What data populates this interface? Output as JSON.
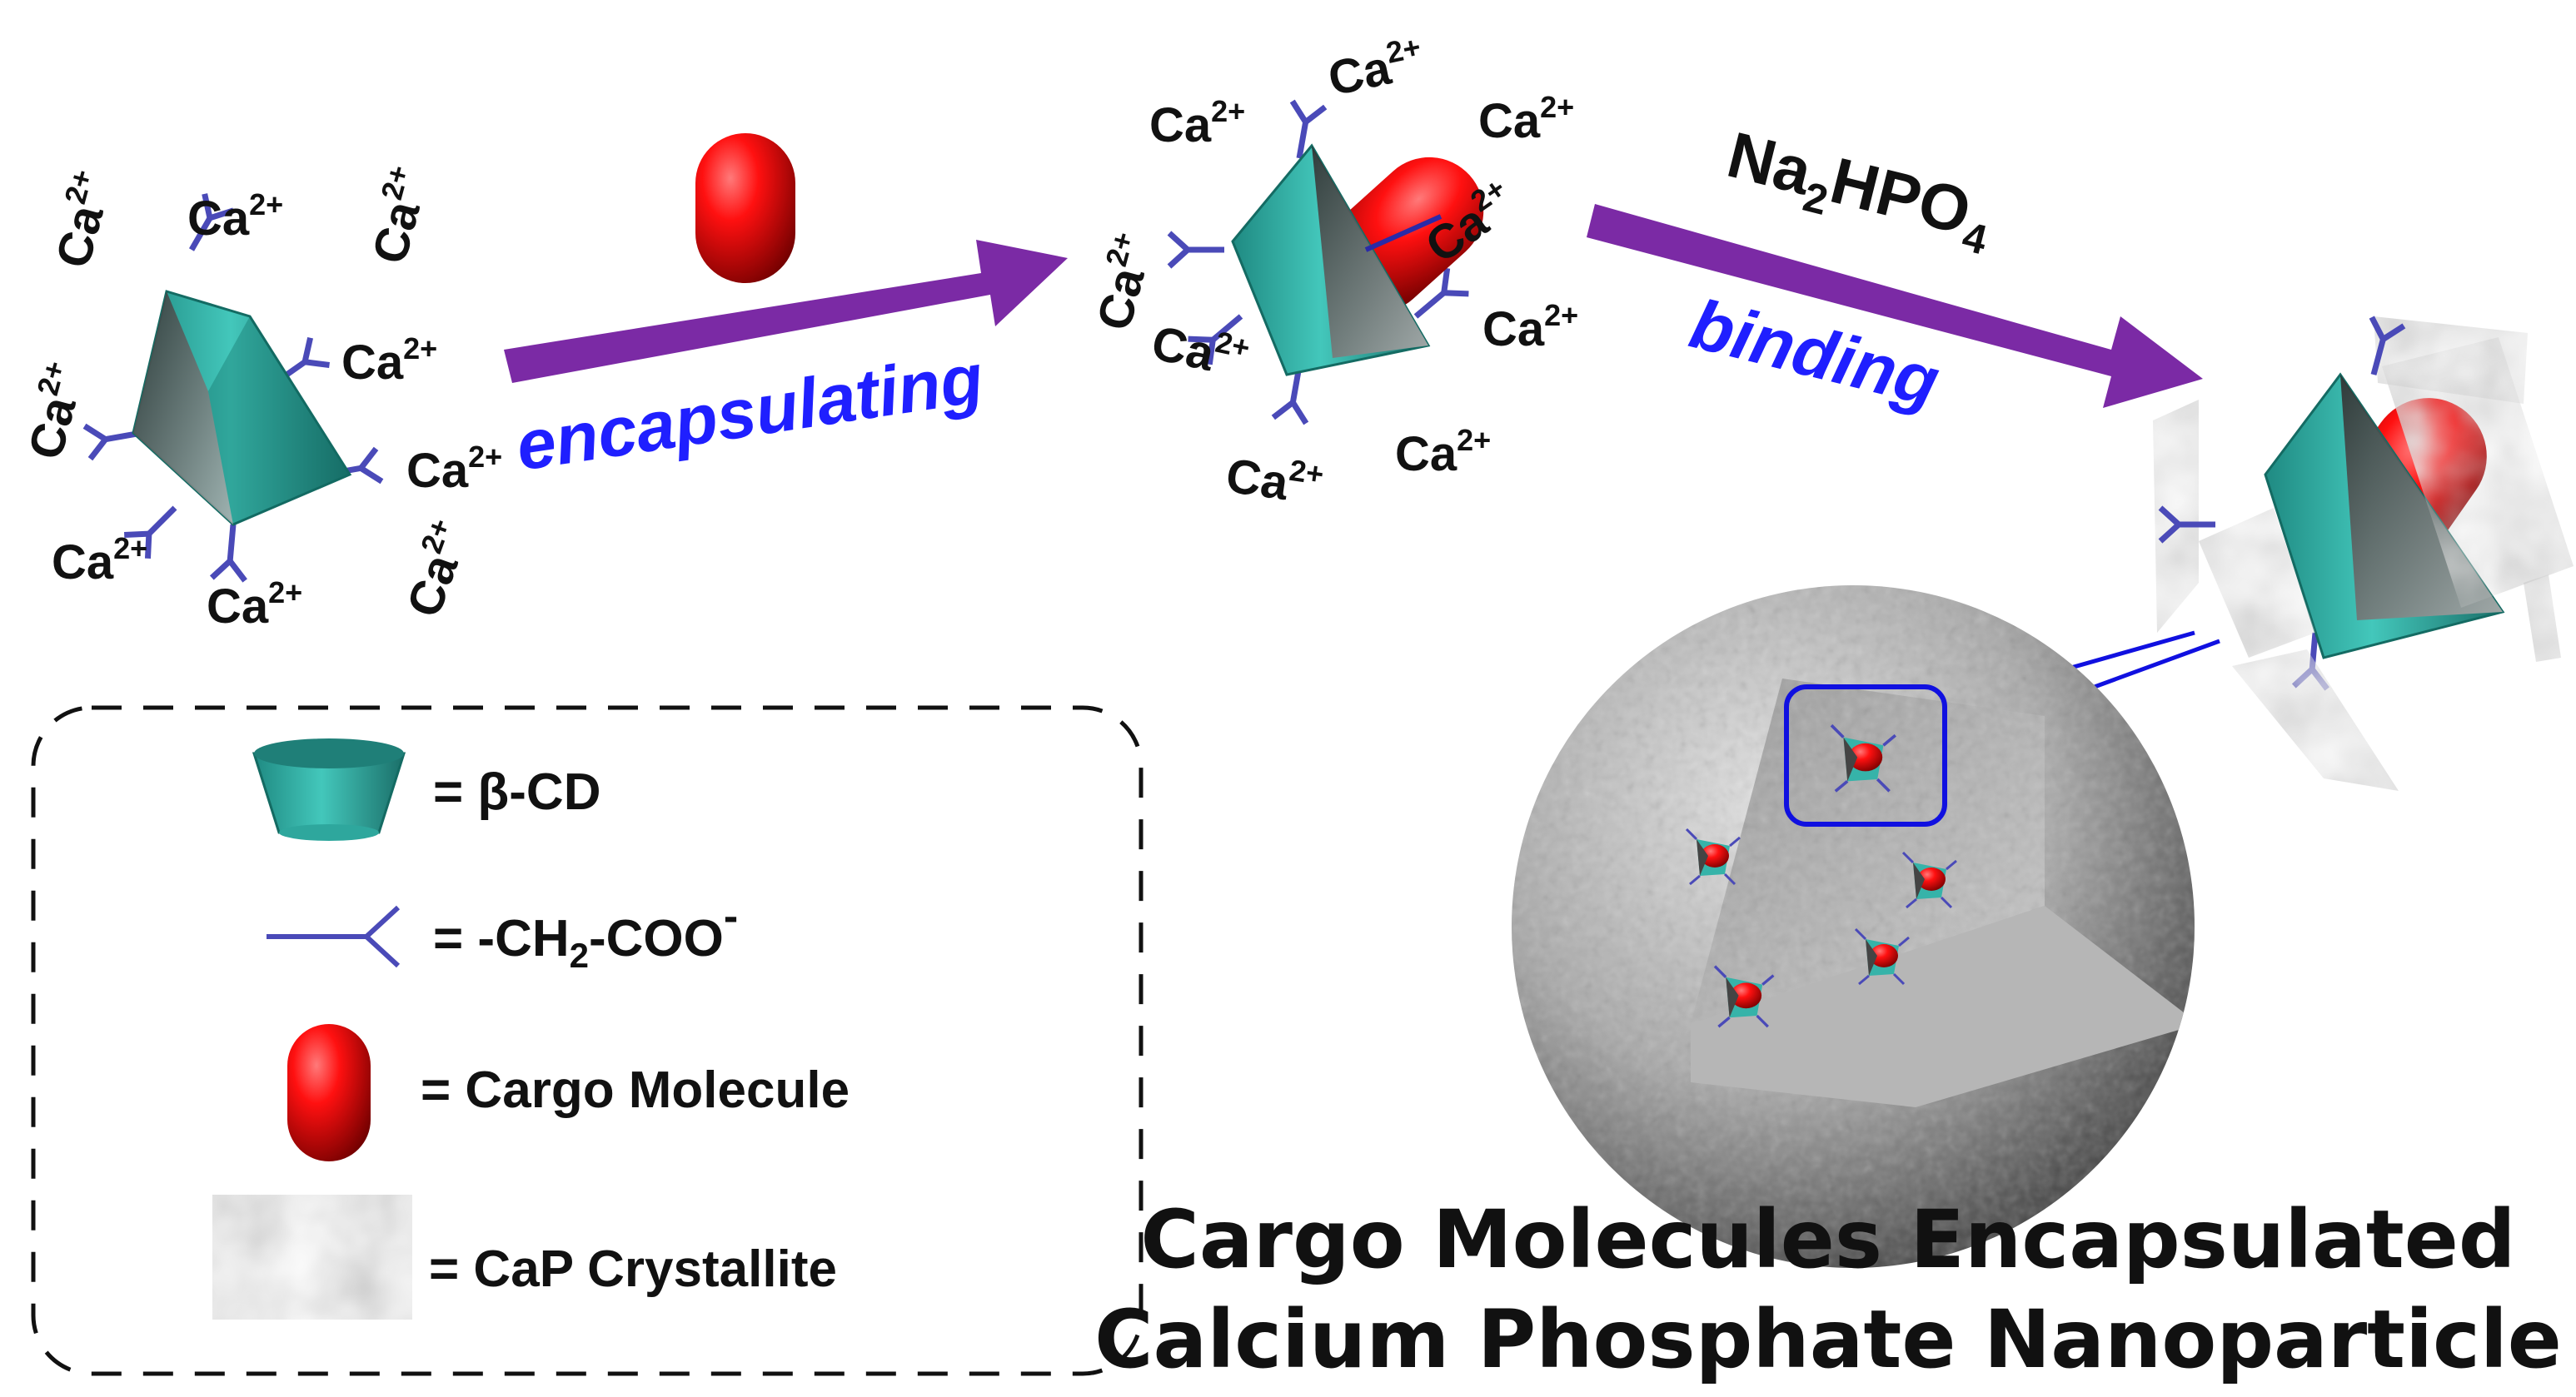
{
  "scheme": {
    "ion_label": "Ca",
    "ion_charge": "2+",
    "step1_label": "encapsulating",
    "step2_reagent_main": "Na",
    "step2_reagent_sub1": "2",
    "step2_reagent_mid": "HPO",
    "step2_reagent_sub2": "4",
    "step2_label": "binding"
  },
  "legend": {
    "beta_cd": "= β-CD",
    "carboxyl_prefix": "= -CH",
    "carboxyl_sub": "2",
    "carboxyl_suffix": "-COO",
    "carboxyl_sup": "-",
    "cargo": "= Cargo Molecule",
    "crystallite": "= CaP Crystallite"
  },
  "caption": {
    "line1": "Cargo Molecules Encapsulated",
    "line2": "Calcium Phosphate Nanoparticle"
  },
  "colors": {
    "arrow": "#7b2aa5",
    "teal": "#33b4aa",
    "ligand": "#4a4ab8",
    "cargo": "#e00000",
    "zoom_box": "#1010e0",
    "label_blue": "#1f1fff"
  }
}
